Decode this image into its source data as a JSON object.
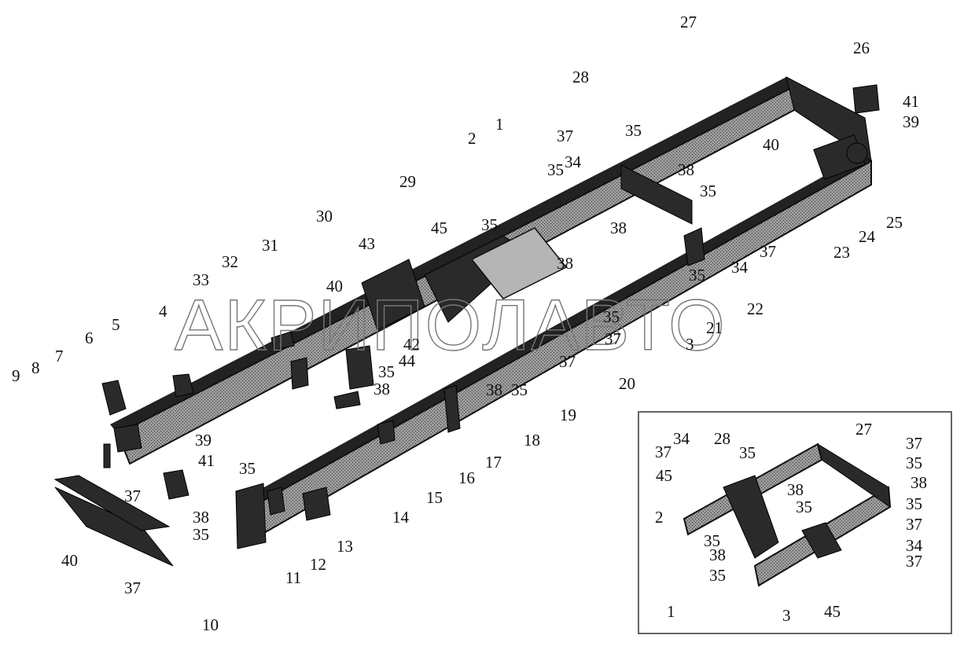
{
  "watermark": "АКРИПОЛАВТО",
  "main_labels": [
    "27",
    "26",
    "41",
    "39",
    "28",
    "1",
    "2",
    "35",
    "37",
    "34",
    "35",
    "38",
    "35",
    "40",
    "25",
    "24",
    "23",
    "29",
    "45",
    "35",
    "38",
    "38",
    "37",
    "34",
    "35",
    "22",
    "21",
    "3",
    "35",
    "37",
    "37",
    "20",
    "19",
    "18",
    "17",
    "16",
    "15",
    "14",
    "30",
    "43",
    "31",
    "32",
    "33",
    "40",
    "42",
    "44",
    "35",
    "38",
    "38",
    "35",
    "4",
    "5",
    "6",
    "7",
    "8",
    "9",
    "39",
    "41",
    "35",
    "38",
    "35",
    "37",
    "40",
    "37",
    "10",
    "11",
    "12",
    "13"
  ],
  "inset_labels": [
    "34",
    "37",
    "45",
    "28",
    "35",
    "27",
    "37",
    "35",
    "38",
    "35",
    "37",
    "34",
    "37",
    "2",
    "38",
    "35",
    "35",
    "38",
    "35",
    "1",
    "3",
    "45"
  ]
}
